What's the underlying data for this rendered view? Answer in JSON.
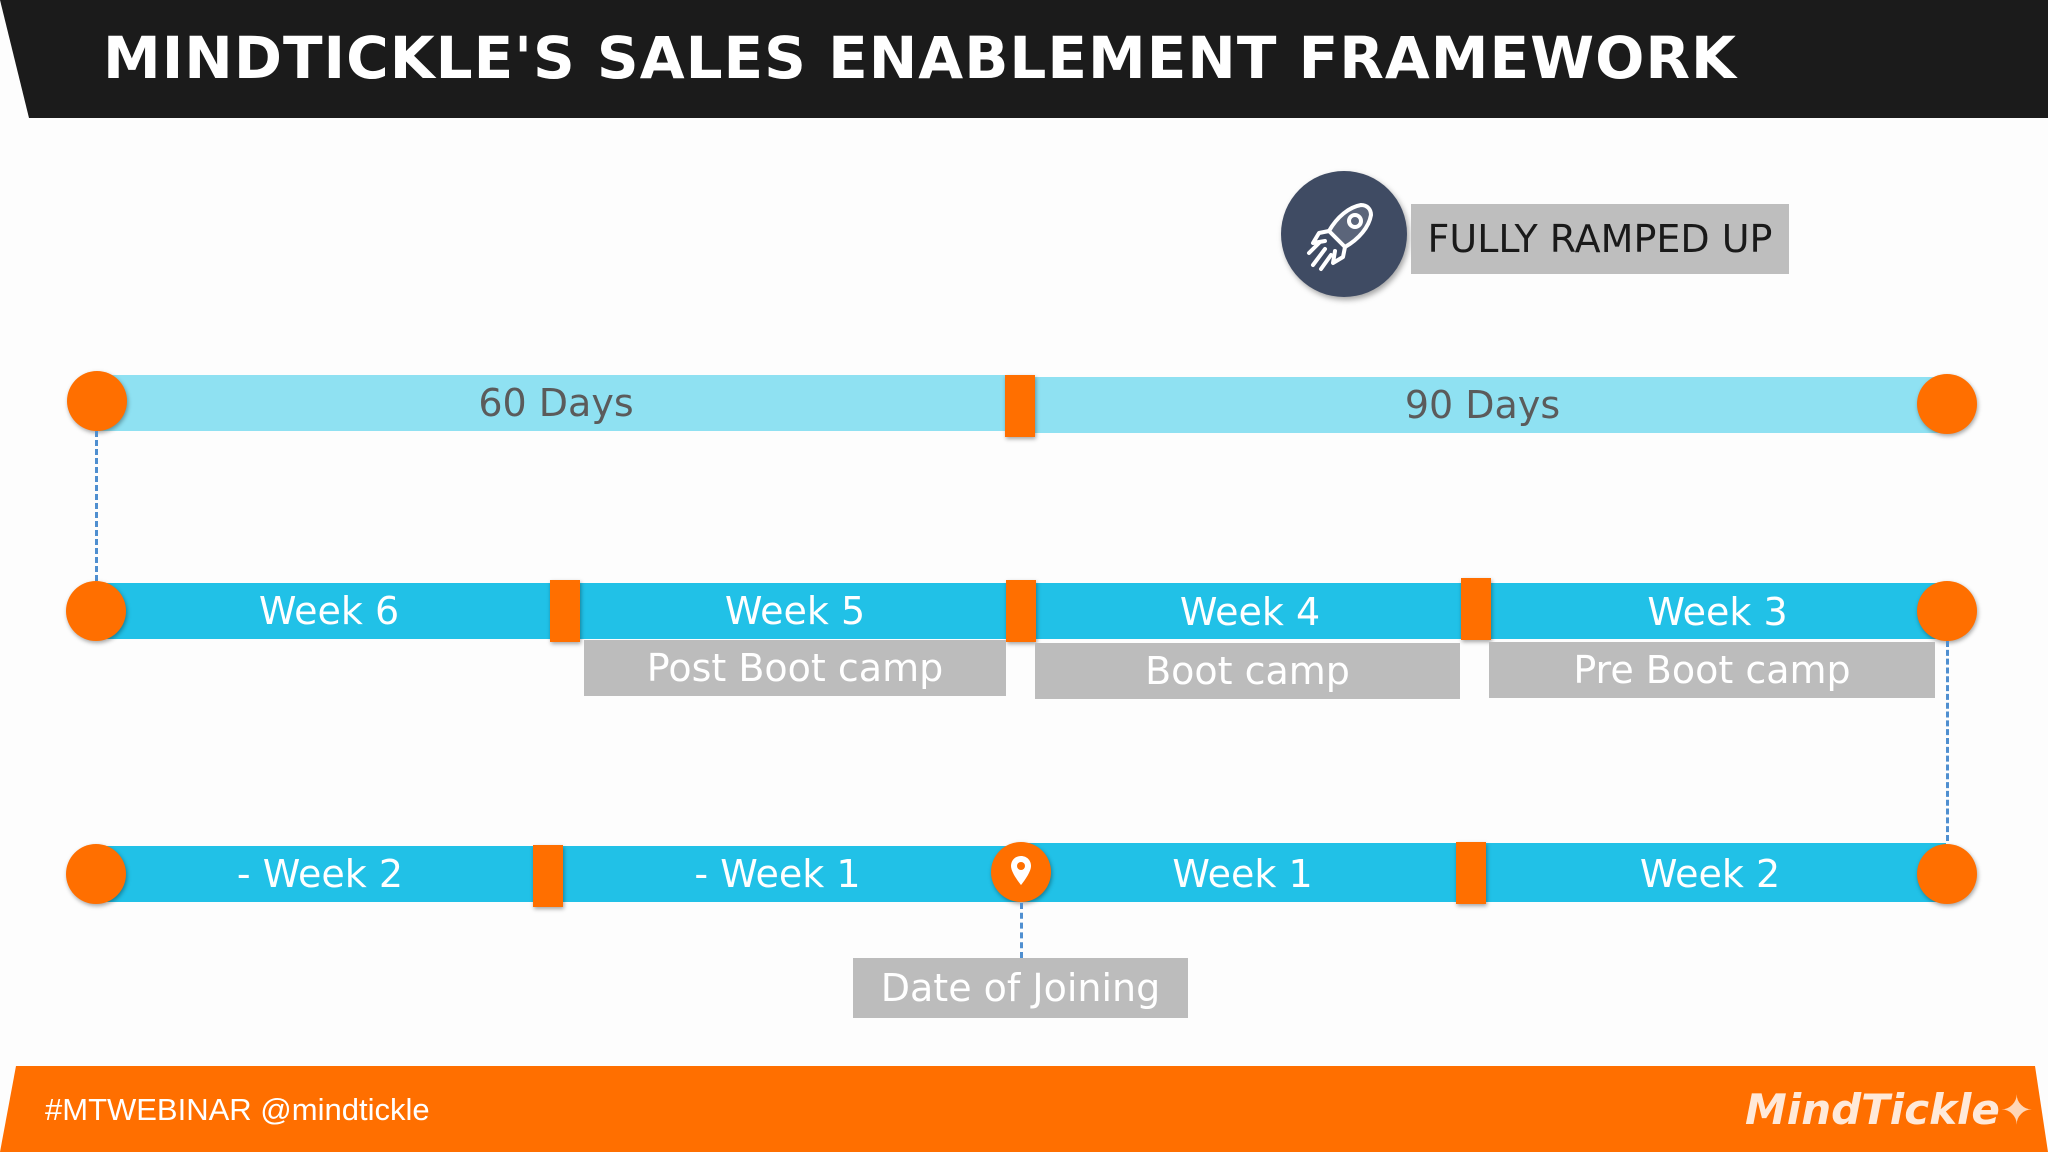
{
  "header": {
    "title": "MINDTICKLE'S SALES ENABLEMENT FRAMEWORK"
  },
  "milestone": {
    "label": "FULLY RAMPED UP",
    "icon": "rocket-icon"
  },
  "row1": {
    "segments": [
      "60 Days",
      "90 Days"
    ]
  },
  "row2": {
    "weeks": [
      "Week 6",
      "Week 5",
      "Week 4",
      "Week 3"
    ],
    "phases": [
      "Post Boot camp",
      "Boot camp",
      "Pre Boot camp"
    ]
  },
  "row3": {
    "weeks": [
      "- Week 2",
      "- Week 1",
      "Week 1",
      "Week 2"
    ],
    "joining_label": "Date of Joining",
    "pin_icon": "location-pin-icon"
  },
  "footer": {
    "hashtag": "#MTWEBINAR @mindtickle",
    "logo_text": "MindTickle"
  },
  "colors": {
    "orange": "#ff6f00",
    "light_cyan": "#8fe1f2",
    "cyan": "#21c1e7",
    "grey_label": "#bcbcbc",
    "header_bg": "#1b1b1b",
    "icon_circle": "#3f4b63"
  }
}
